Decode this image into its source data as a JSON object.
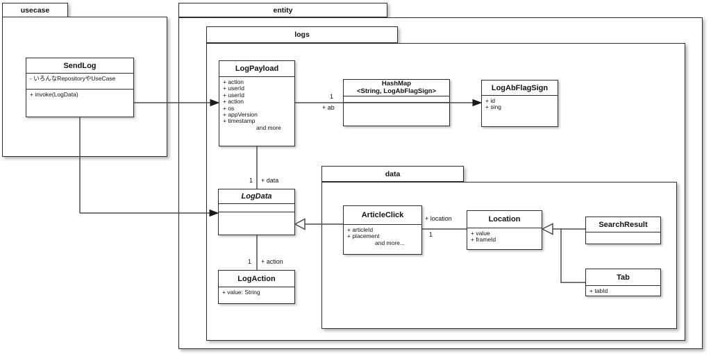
{
  "diagram": {
    "colors": {
      "background": "#ffffff",
      "box_border": "#2b2b2b",
      "edge_line": "#4a4a4a",
      "arrow_fill": "#1a1a1a"
    },
    "packages": {
      "usecase": {
        "label": "usecase"
      },
      "entity": {
        "label": "entity"
      },
      "logs": {
        "label": "logs"
      },
      "data": {
        "label": "data"
      }
    },
    "classes": {
      "sendlog": {
        "title": "SendLog",
        "attrs": [
          "- いろんなRepositoryやUseCase"
        ],
        "methods": [
          "+ invoke(LogData)"
        ]
      },
      "logpayload": {
        "title": "LogPayload",
        "attrs": [
          "+ action",
          "+ userId",
          "+ userId",
          "+ action",
          "+ os",
          "+ appVersion",
          "+ timestamp"
        ],
        "more": "and more"
      },
      "hashmap": {
        "title_line1": "HashMap",
        "title_line2": "<String, LogAbFlagSign>"
      },
      "logabflagsign": {
        "title": "LogAbFlagSign",
        "attrs": [
          "+ id",
          "+ sing"
        ]
      },
      "logdata": {
        "title": "LogData"
      },
      "logaction": {
        "title": "LogAction",
        "attrs": [
          "+ value: String"
        ]
      },
      "articleclick": {
        "title": "ArticleClick",
        "attrs": [
          "+ articleId",
          "+ placement"
        ],
        "more": "and more..."
      },
      "location": {
        "title": "Location",
        "attrs": [
          "+ value",
          "+ frameId"
        ]
      },
      "searchresult": {
        "title": "SearchResult"
      },
      "tab": {
        "title": "Tab",
        "attrs": [
          "+ tabId"
        ]
      }
    },
    "edges": {
      "payload_hashmap": {
        "multiplicity": "1",
        "role": "+ ab"
      },
      "payload_logdata": {
        "multiplicity": "1",
        "role": "+ data"
      },
      "logdata_logaction": {
        "multiplicity": "1",
        "role": "+ action"
      },
      "articleclick_location": {
        "multiplicity": "1",
        "role": "+ location"
      }
    }
  }
}
